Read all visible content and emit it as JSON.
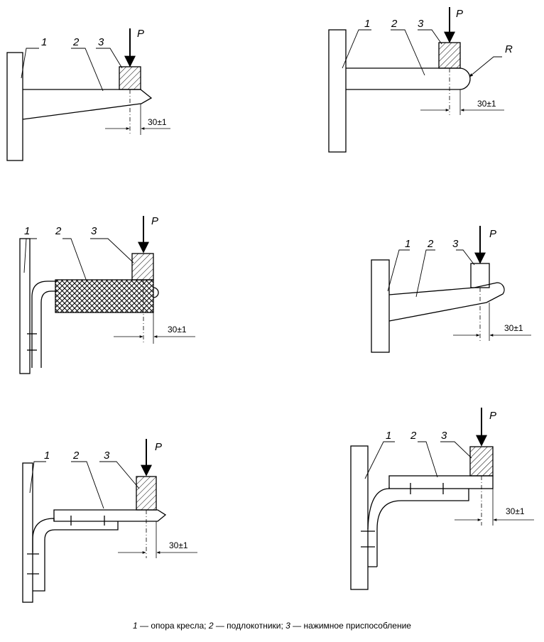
{
  "labels": {
    "support_num": "1",
    "armrest_num": "2",
    "device_num": "3",
    "force": "P",
    "radius": "R",
    "dimension": "30±1"
  },
  "caption": {
    "n1": "1",
    "t1": " — опора кресла; ",
    "n2": "2",
    "t2": " — подлокотники; ",
    "n3": "3",
    "t3": " — нажимное приспособление"
  },
  "colors": {
    "ink": "#000000",
    "paper": "#ffffff"
  }
}
